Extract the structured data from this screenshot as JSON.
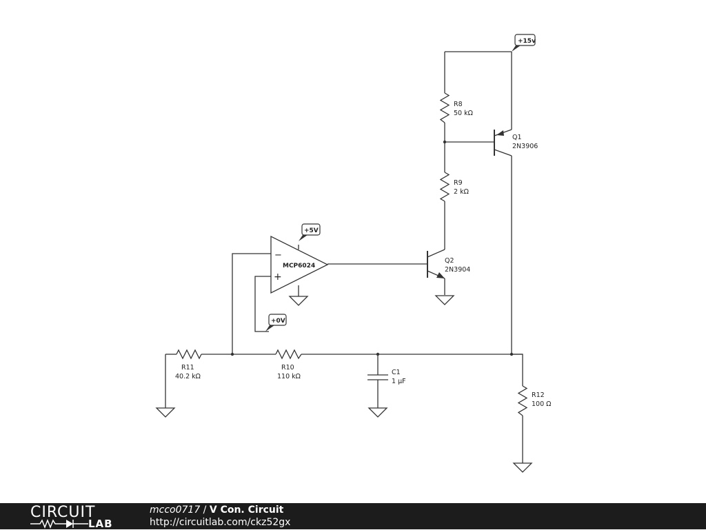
{
  "components": {
    "r8": {
      "ref": "R8",
      "value": "50 kΩ"
    },
    "r9": {
      "ref": "R9",
      "value": "2 kΩ"
    },
    "r10": {
      "ref": "R10",
      "value": "110 kΩ"
    },
    "r11": {
      "ref": "R11",
      "value": "40.2 kΩ"
    },
    "r12": {
      "ref": "R12",
      "value": "100 Ω"
    },
    "c1": {
      "ref": "C1",
      "value": "1 µF"
    },
    "q1": {
      "ref": "Q1",
      "value": "2N3906"
    },
    "q2": {
      "ref": "Q2",
      "value": "2N3904"
    },
    "u1": {
      "part": "MCP6024",
      "minus": "−",
      "plus": "+"
    }
  },
  "power_tags": {
    "vcc_high": "+15v",
    "vcc_opamp": "+5V",
    "vref": "+0V"
  },
  "footer": {
    "logo_top": "CIRCUIT",
    "logo_bottom": "LAB",
    "author": "mcco0717",
    "separator": " / ",
    "title": "V Con. Circuit",
    "url": "http://circuitlab.com/ckz52gx"
  }
}
